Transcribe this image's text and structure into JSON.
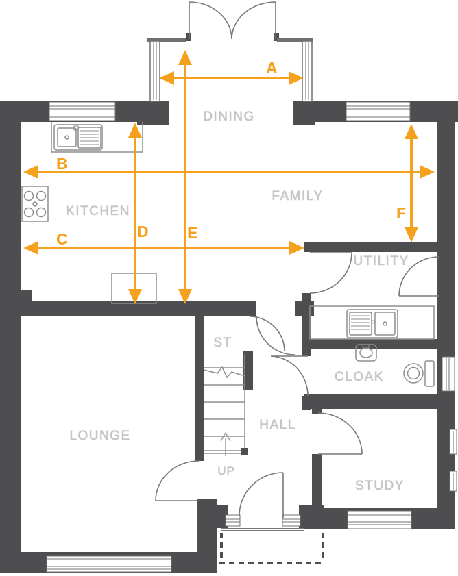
{
  "plan": {
    "title": "ground-floor-plan",
    "rooms": {
      "dining": {
        "label": "DINING"
      },
      "kitchen": {
        "label": "KITCHEN"
      },
      "family": {
        "label": "FAMILY"
      },
      "utility": {
        "label": "UTILITY"
      },
      "cloak": {
        "label": "CLOAK"
      },
      "hall": {
        "label": "HALL"
      },
      "store": {
        "label": "ST"
      },
      "lounge": {
        "label": "LOUNGE"
      },
      "study": {
        "label": "STUDY"
      },
      "stairs_direction": {
        "label": "UP"
      }
    },
    "dimensions": {
      "a": {
        "label": "A"
      },
      "b": {
        "label": "B"
      },
      "c": {
        "label": "C"
      },
      "d": {
        "label": "D"
      },
      "e": {
        "label": "E"
      },
      "f": {
        "label": "F"
      }
    },
    "colors": {
      "wall": "#4E4E50",
      "thin_line": "#77787A",
      "fixture_line": "#8C8D8F",
      "window_fill": "#FFFFFF",
      "room_label": "#C4C5C7",
      "dimension_accent": "#F5A11E"
    }
  }
}
